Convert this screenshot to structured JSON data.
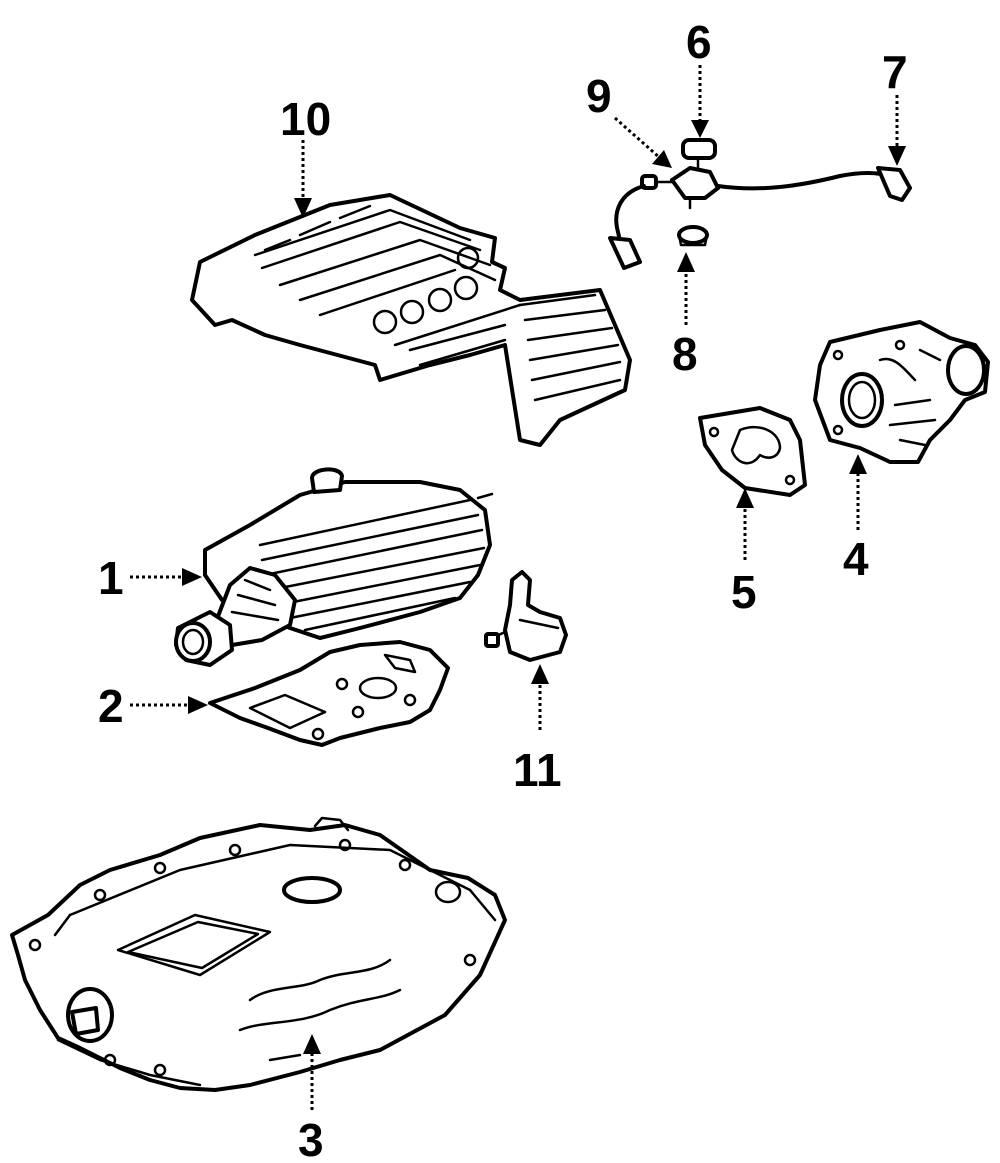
{
  "callouts": [
    {
      "id": "1",
      "text": "1"
    },
    {
      "id": "2",
      "text": "2"
    },
    {
      "id": "3",
      "text": "3"
    },
    {
      "id": "4",
      "text": "4"
    },
    {
      "id": "5",
      "text": "5"
    },
    {
      "id": "6",
      "text": "6"
    },
    {
      "id": "7",
      "text": "7"
    },
    {
      "id": "8",
      "text": "8"
    },
    {
      "id": "9",
      "text": "9"
    },
    {
      "id": "10",
      "text": "10"
    },
    {
      "id": "11",
      "text": "11"
    }
  ],
  "colors": {
    "ink": "#000000",
    "paper": "#ffffff"
  }
}
